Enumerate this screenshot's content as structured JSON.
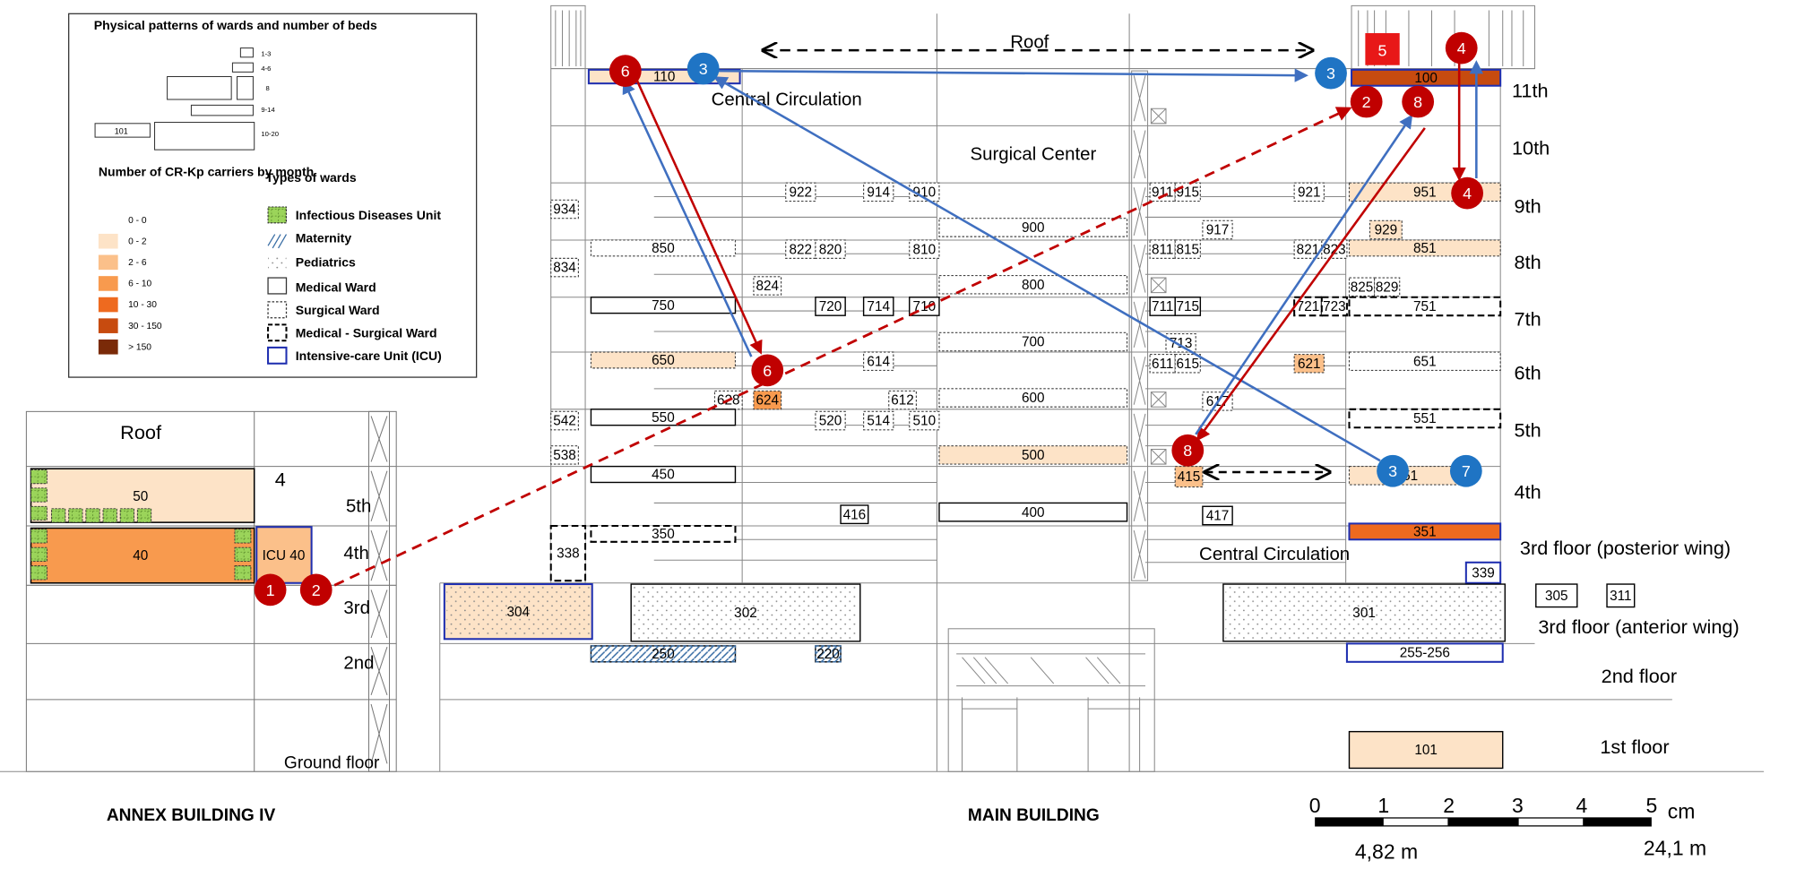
{
  "legend": {
    "title": "Physical patterns of wards and number of beds",
    "size_labels": [
      "1-3",
      "4-6",
      "8",
      "9-14",
      "10-20"
    ],
    "size_example": "101",
    "carriers_title": "Number of CR-Kp carriers by month",
    "carrier_bins": [
      {
        "label": "0 - 0",
        "color": "#ffffff"
      },
      {
        "label": "0 - 2",
        "color": "#fde3c7"
      },
      {
        "label": "2 - 6",
        "color": "#fbc08a"
      },
      {
        "label": "6 - 10",
        "color": "#f89a4e"
      },
      {
        "label": "10 - 30",
        "color": "#ee6a1f"
      },
      {
        "label": "30 - 150",
        "color": "#c74b0f"
      },
      {
        "label": "> 150",
        "color": "#7a2a08"
      }
    ],
    "types_title": "Types of wards",
    "types": [
      "Infectious Diseases Unit",
      "Maternity",
      "Pediatrics",
      "Medical Ward",
      "Surgical Ward",
      "Medical - Surgical Ward",
      "Intensive-care Unit (ICU)"
    ]
  },
  "annex": {
    "caption": "ANNEX BUILDING IV",
    "roof": "Roof",
    "floor_labels": [
      "5th",
      "4th",
      "3rd",
      "2nd",
      "Ground floor"
    ],
    "marker": "4",
    "wards": [
      "50",
      "40",
      "ICU 40"
    ]
  },
  "main": {
    "caption": "MAIN BUILDING",
    "roof": "Roof",
    "surgical_center": "Surgical Center",
    "central_circulation": "Central Circulation",
    "floor_labels": [
      "11th",
      "10th",
      "9th",
      "8th",
      "7th",
      "6th",
      "5th",
      "4th",
      "3rd floor (posterior wing)",
      "3rd floor (anterior wing)",
      "2nd floor",
      "1st floor"
    ],
    "ward_numbers": [
      "110",
      "100",
      "934",
      "922",
      "914",
      "910",
      "911",
      "915",
      "917",
      "921",
      "951",
      "929",
      "834",
      "850",
      "822",
      "820",
      "810",
      "811",
      "815",
      "821",
      "823",
      "851",
      "824",
      "825",
      "829",
      "900",
      "800",
      "750",
      "720",
      "714",
      "710",
      "711",
      "715",
      "721",
      "723",
      "751",
      "713",
      "700",
      "650",
      "614",
      "611",
      "615",
      "621",
      "651",
      "628",
      "624",
      "612",
      "600",
      "617",
      "542",
      "550",
      "520",
      "514",
      "510",
      "551",
      "538",
      "500",
      "450",
      "415",
      "451",
      "416",
      "400",
      "417",
      "350",
      "338",
      "351",
      "339",
      "304",
      "302",
      "301",
      "305",
      "311",
      "250",
      "220",
      "255-256",
      "101"
    ]
  },
  "events": [
    "1",
    "2",
    "3",
    "4",
    "5",
    "6",
    "7",
    "8"
  ],
  "scale": {
    "ticks": [
      "0",
      "1",
      "2",
      "3",
      "4",
      "5"
    ],
    "unit": "cm",
    "m1": "4,82 m",
    "m2": "24,1 m"
  }
}
